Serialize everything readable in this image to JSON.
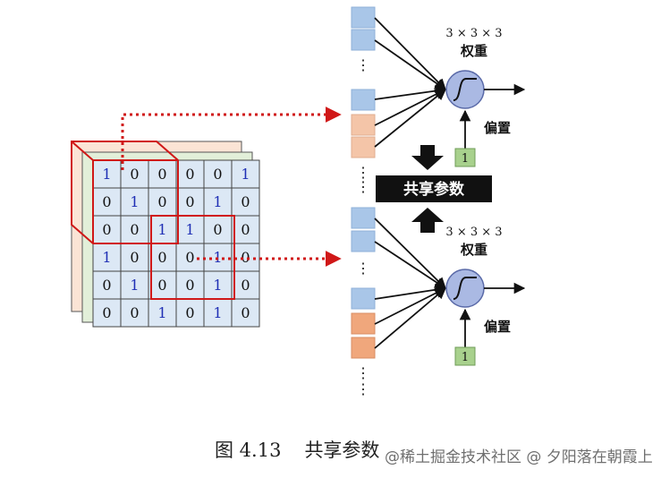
{
  "matrix_front": [
    [
      "1",
      "0",
      "0",
      "0",
      "0",
      "1"
    ],
    [
      "0",
      "1",
      "0",
      "0",
      "1",
      "0"
    ],
    [
      "0",
      "0",
      "1",
      "1",
      "0",
      "0"
    ],
    [
      "1",
      "0",
      "0",
      "0",
      "1",
      "0"
    ],
    [
      "0",
      "1",
      "0",
      "0",
      "1",
      "0"
    ],
    [
      "0",
      "0",
      "1",
      "0",
      "1",
      "0"
    ]
  ],
  "neurons": [
    {
      "weight_dims": "3 × 3 × 3",
      "weight_label": "权重",
      "bias_label": "偏置",
      "bias_value": "1"
    },
    {
      "weight_dims": "3 × 3 × 3",
      "weight_label": "权重",
      "bias_label": "偏置",
      "bias_value": "1"
    }
  ],
  "shared_label": "共享参数",
  "caption": {
    "figure": "图 4.13",
    "title": "共享参数"
  },
  "watermark": "@稀土掘金技术社区 @ 夕阳落在朝霞上",
  "colors": {
    "grid_fill": "#dce8f5",
    "grid_back_green": "#e2efd9",
    "grid_back_orange": "#fbe4d5",
    "one_text": "#1f2fb5",
    "red": "#d01818",
    "input_blue": "#a9c6e8",
    "input_orange": "#f4c5a8",
    "neuron_fill": "#aab9e3",
    "bias_fill": "#a8d18d",
    "shared_bg": "#111111"
  }
}
